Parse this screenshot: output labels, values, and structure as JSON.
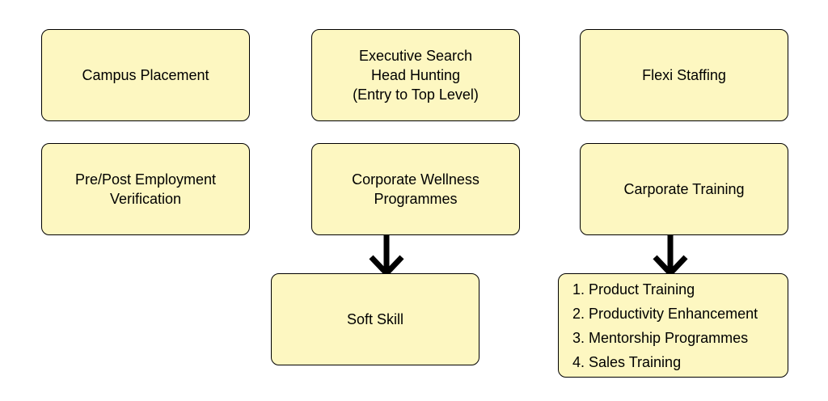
{
  "colors": {
    "box_fill": "#fdf7c1",
    "border": "#000000",
    "arrow": "#000000"
  },
  "boxes": {
    "campus": {
      "lines": [
        "Campus Placement"
      ]
    },
    "executive": {
      "lines": [
        "Executive Search",
        "Head Hunting",
        "(Entry to Top Level)"
      ]
    },
    "flexi": {
      "lines": [
        "Flexi Staffing"
      ]
    },
    "verification": {
      "lines": [
        "Pre/Post Employment",
        "Verification"
      ]
    },
    "wellness": {
      "lines": [
        "Corporate Wellness",
        "Programmes"
      ]
    },
    "training": {
      "lines": [
        "Carporate Training"
      ]
    },
    "softskill": {
      "lines": [
        "Soft Skill"
      ]
    },
    "training_list": {
      "items": [
        "1. Product Training",
        "2. Productivity Enhancement",
        "3. Mentorship Programmes",
        "4. Sales Training"
      ]
    }
  },
  "edges": [
    {
      "from": "Corporate Wellness Programmes",
      "to": "Soft Skill"
    },
    {
      "from": "Carporate Training",
      "to": "Training list"
    }
  ]
}
